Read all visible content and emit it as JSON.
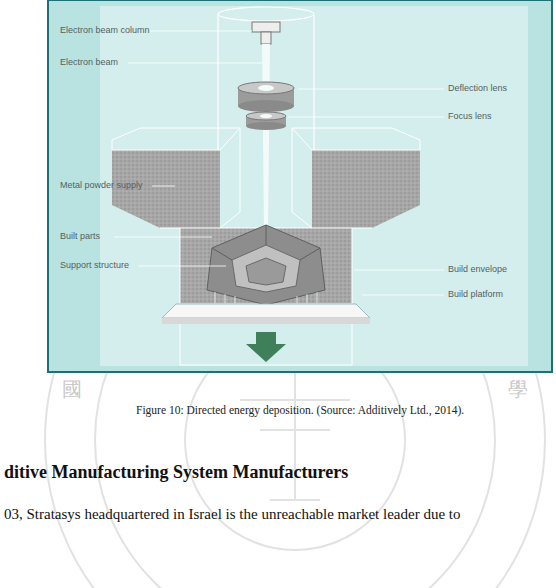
{
  "diagram": {
    "caption": "Figure 10: Directed energy deposition. (Source: Additively Ltd., 2014).",
    "labels": [
      "Electron beam column",
      "Electron beam",
      "Deflection lens",
      "Focus lens",
      "Metal powder supply",
      "Built parts",
      "Support structure",
      "Build envelope",
      "Build platform",
      "ditive Manufacturing System Manufacturers",
      "03, Stratasys headquartered in Israel is the unreachable market leader due to",
      "國",
      "學"
    ]
  }
}
